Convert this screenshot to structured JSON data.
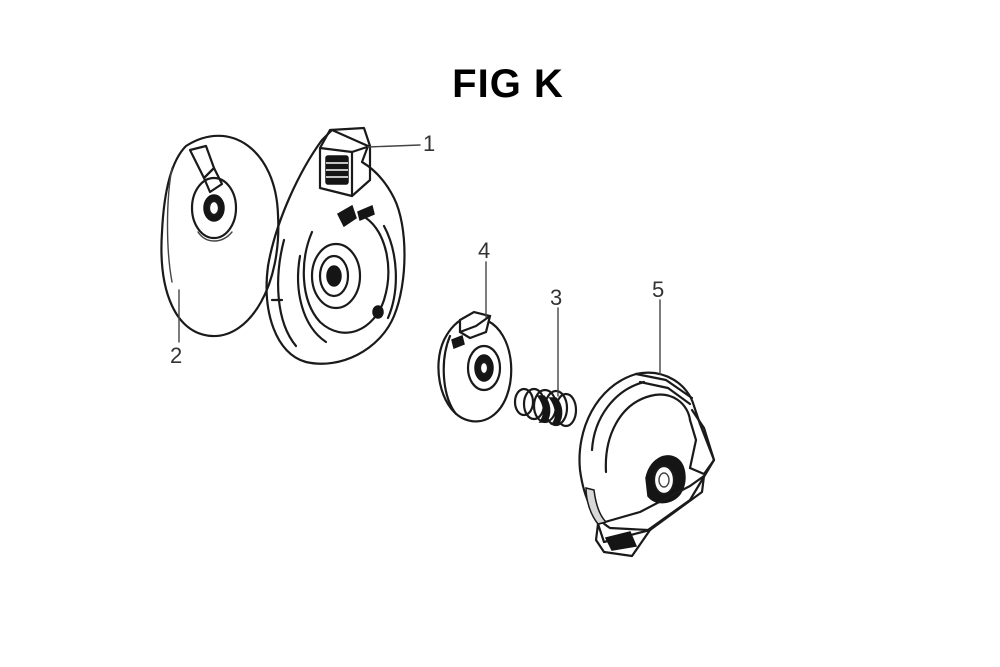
{
  "figure": {
    "title": "FIG K"
  },
  "callouts": {
    "part_1": "1",
    "part_2": "2",
    "part_3": "3",
    "part_4": "4",
    "part_5": "5"
  }
}
